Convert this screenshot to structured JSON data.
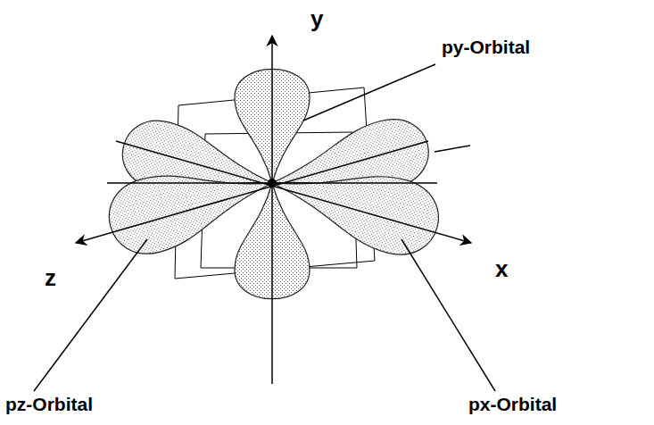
{
  "diagram": {
    "labels": [
      "y",
      "py-Orbital",
      "z",
      "x",
      "pz-Orbital",
      "px-Orbital"
    ]
  }
}
